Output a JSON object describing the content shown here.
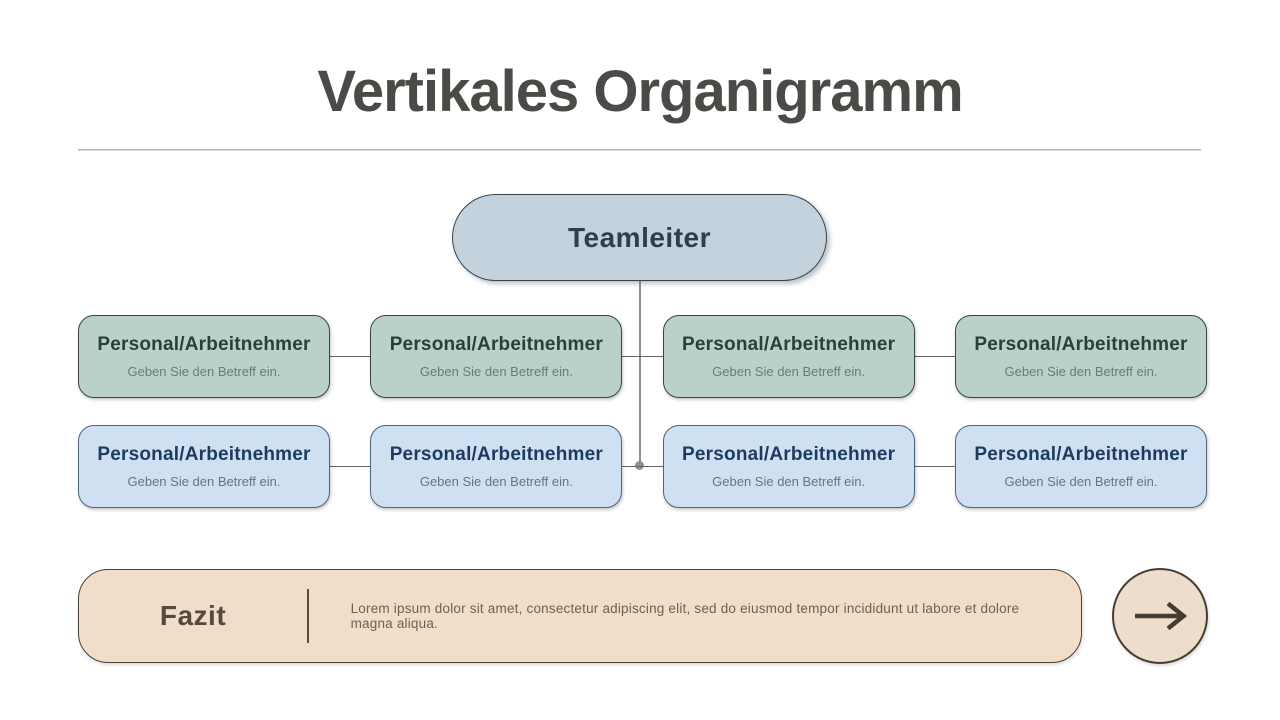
{
  "header": {
    "title": "Vertikales Organigramm"
  },
  "org": {
    "root": {
      "label": "Teamleiter"
    },
    "rows": [
      {
        "color": "#b9d1c6",
        "boxes": [
          {
            "title": "Personal/Arbeitnehmer",
            "subtitle": "Geben Sie den Betreff ein."
          },
          {
            "title": "Personal/Arbeitnehmer",
            "subtitle": "Geben Sie den Betreff ein."
          },
          {
            "title": "Personal/Arbeitnehmer",
            "subtitle": "Geben Sie den Betreff ein."
          },
          {
            "title": "Personal/Arbeitnehmer",
            "subtitle": "Geben Sie den Betreff ein."
          }
        ]
      },
      {
        "color": "#cfe0f2",
        "boxes": [
          {
            "title": "Personal/Arbeitnehmer",
            "subtitle": "Geben Sie den Betreff ein."
          },
          {
            "title": "Personal/Arbeitnehmer",
            "subtitle": "Geben Sie den Betreff ein."
          },
          {
            "title": "Personal/Arbeitnehmer",
            "subtitle": "Geben Sie den Betreff ein."
          },
          {
            "title": "Personal/Arbeitnehmer",
            "subtitle": "Geben Sie den Betreff ein."
          }
        ]
      }
    ]
  },
  "footer": {
    "heading": "Fazit",
    "body": "Lorem ipsum dolor sit amet, consectetur adipiscing elit, sed do eiusmod tempor incididunt ut labore et dolore magna aliqua.",
    "next_icon": "arrow-right-icon"
  },
  "colors": {
    "title_text": "#4b4a47",
    "root_fill": "#c3d2dd",
    "row1_fill": "#b9d1c6",
    "row2_fill": "#cfe0f2",
    "footer_fill": "#f2ddc9",
    "connector": "#8e8e8e"
  }
}
